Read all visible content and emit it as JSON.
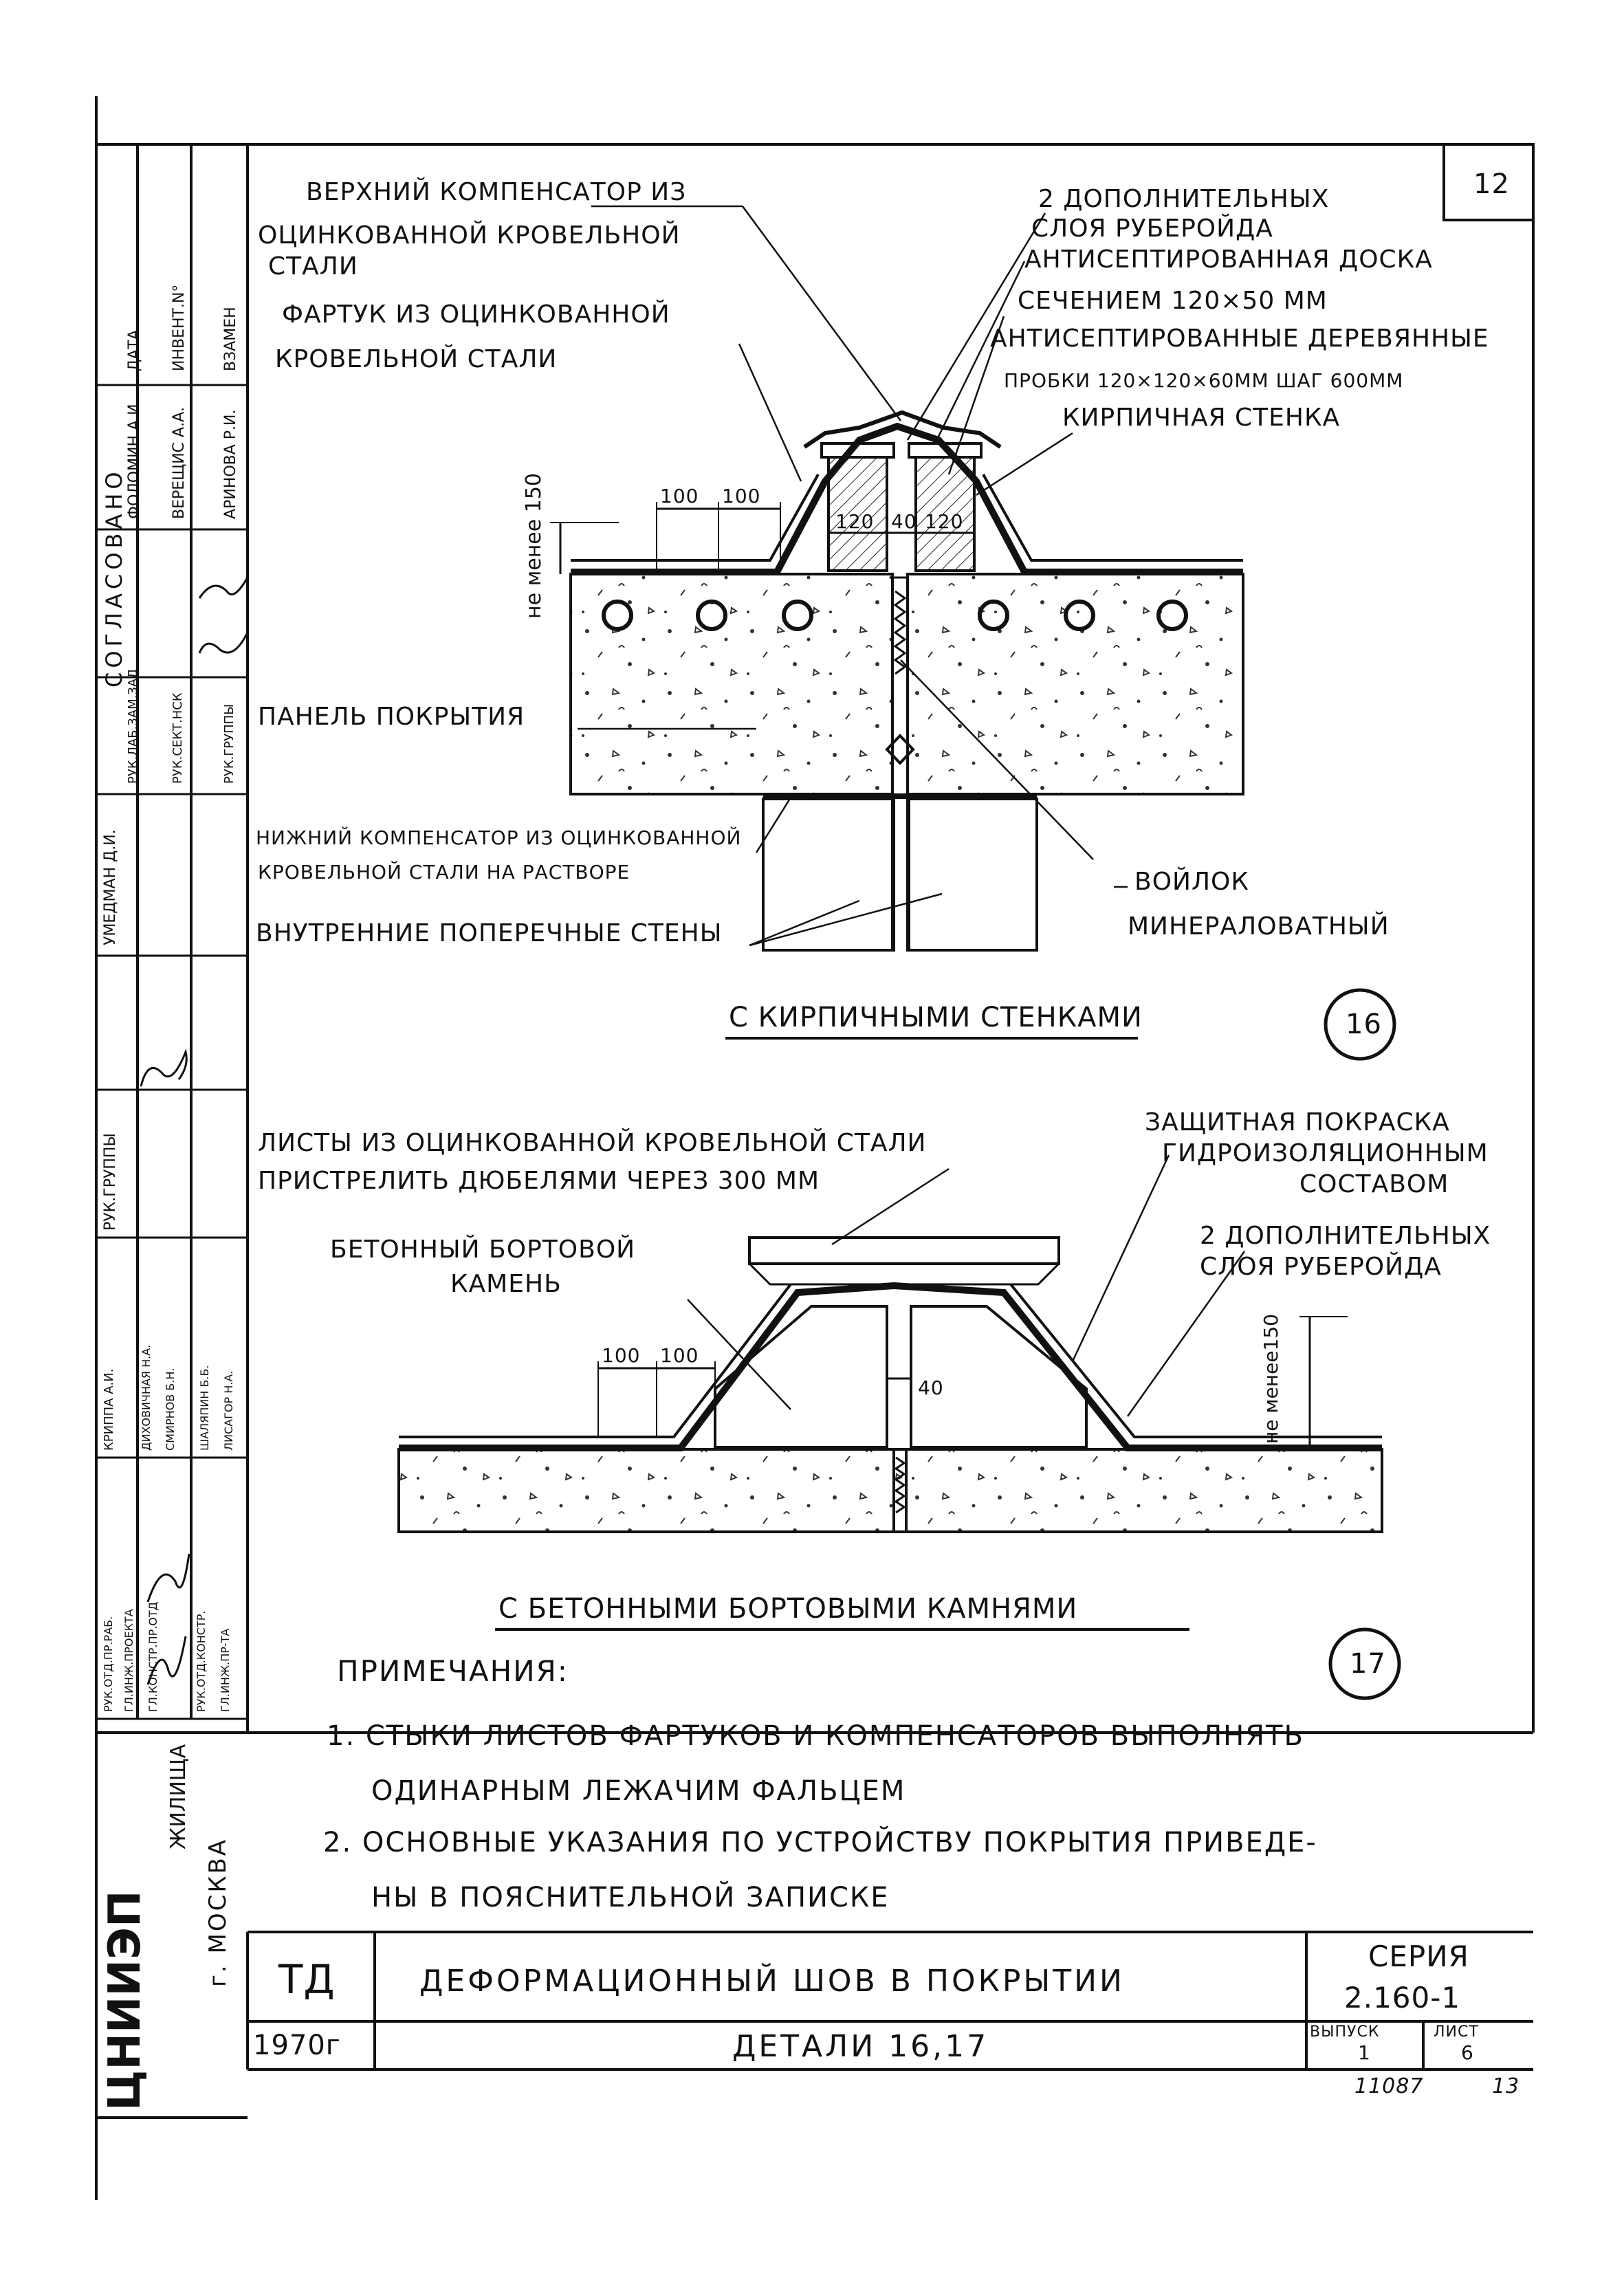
{
  "sheet_number": "12",
  "detail16": {
    "labels": {
      "top_comp_1": "ВЕРХНИЙ КОМПЕНСАТОР ИЗ",
      "top_comp_2": "ОЦИНКОВАННОЙ КРОВЕЛЬНОЙ",
      "top_comp_3": "СТАЛИ",
      "apron_1": "ФАРТУК ИЗ ОЦИНКОВАННОЙ",
      "apron_2": "КРОВЕЛЬНОЙ СТАЛИ",
      "rub_1": "2 ДОПОЛНИТЕЛЬНЫХ",
      "rub_2": "СЛОЯ РУБЕРОЙДА",
      "board_1": "АНТИСЕПТИРОВАННАЯ ДОСКА",
      "board_2": "СЕЧЕНИЕМ 120×50 ММ",
      "plugs_1": "АНТИСЕПТИРОВАННЫЕ ДЕРЕВЯННЫЕ",
      "plugs_2": "ПРОБКИ 120×120×60ММ ШАГ 600ММ",
      "brick": "КИРПИЧНАЯ СТЕНКА",
      "min150": "не менее 150",
      "dim100a": "100",
      "dim100b": "100",
      "dim120a": "120",
      "dim40": "40",
      "dim120b": "120",
      "panel": "ПАНЕЛЬ ПОКРЫТИЯ",
      "bottom_comp_1": "НИЖНИЙ КОМПЕНСАТОР ИЗ ОЦИНКОВАННОЙ",
      "bottom_comp_2": "КРОВЕЛЬНОЙ СТАЛИ НА РАСТВОРЕ",
      "inner_walls": "ВНУТРЕННИЕ ПОПЕРЕЧНЫЕ СТЕНЫ",
      "felt_1": "ВОЙЛОК",
      "felt_2": "МИНЕРАЛОВАТНЫЙ"
    },
    "caption": "С КИРПИЧНЫМИ СТЕНКАМИ",
    "number": "16"
  },
  "detail17": {
    "labels": {
      "sheets_1": "ЛИСТЫ ИЗ ОЦИНКОВАННОЙ КРОВЕЛЬНОЙ СТАЛИ",
      "sheets_2": "ПРИСТРЕЛИТЬ ДЮБЕЛЯМИ ЧЕРЕЗ 300 ММ",
      "stone_1": "БЕТОННЫЙ БОРТОВОЙ",
      "stone_2": "КАМЕНЬ",
      "paint_1": "ЗАЩИТНАЯ ПОКРАСКА",
      "paint_2": "ГИДРОИЗОЛЯЦИОННЫМ",
      "paint_3": "СОСТАВОМ",
      "rub_1": "2 ДОПОЛНИТЕЛЬНЫХ",
      "rub_2": "СЛОЯ РУБЕРОЙДА",
      "dim100a": "100",
      "dim100b": "100",
      "dim40": "40",
      "min150": "не менее150"
    },
    "caption": "С БЕТОННЫМИ БОРТОВЫМИ КАМНЯМИ",
    "number": "17"
  },
  "notes": {
    "heading": "ПРИМЕЧАНИЯ:",
    "n1_l1": "1. СТЫКИ ЛИСТОВ ФАРТУКОВ И КОМПЕНСАТОРОВ ВЫПОЛНЯТЬ",
    "n1_l2": "ОДИНАРНЫМ ЛЕЖАЧИМ ФАЛЬЦЕМ",
    "n2_l1": "2. ОСНОВНЫЕ УКАЗАНИЯ ПО УСТРОЙСТВУ ПОКРЫТИЯ ПРИВЕДЕ-",
    "n2_l2": "НЫ В ПОЯСНИТЕЛЬНОЙ ЗАПИСКЕ"
  },
  "title_block": {
    "td": "ТД",
    "title": "ДЕФОРМАЦИОННЫЙ ШОВ В ПОКРЫТИИ",
    "series_label": "СЕРИЯ",
    "series": "2.160-1",
    "year": "1970г",
    "details": "ДЕТАЛИ 16,17",
    "issue_label": "ВЫПУСК",
    "issue": "1",
    "sheet_label": "ЛИСТ",
    "sheet": "6",
    "archive": "11087",
    "archive_page": "13"
  },
  "side_stamp": {
    "date": "ДАТА",
    "inv": "ИНВЕНТ.N°",
    "replace": "ВЗАМЕН",
    "agreed": "СОГЛАСОВАНО",
    "fomin": "ФОЛОМИН А.И.",
    "vereshch": "ВЕРЕЩИС А.А.",
    "arinova": "АРИНОВА Р.И.",
    "r1": "РУК.ЛАБ.ЗАМ.ЗАД",
    "r2": "РУК.СЕКТ.НСК",
    "r3": "РУК.ГРУППЫ",
    "umedman": "УМЕДМАН Д.И.",
    "ruk_gr": "РУК.ГРУППЫ",
    "krippa": "КРИППА А.И.",
    "dikhovichnaya": "ДИХОВИЧНАЯ Н.А.",
    "smirnov": "СМИРНОВ Б.Н.",
    "shalyapin": "ШАЛЯПИН Б.Б.",
    "lisagor": "ЛИСАГОР Н.А.",
    "p1": "РУК.ОТД.ПР.РАБ.",
    "p2": "ГЛ.ИНЖ.ПРОЕКТА",
    "p3": "ГЛ.КОНСТР.ПР.ОТД",
    "p4": "РУК.ОТД.КОНСТР.",
    "p5": "ГЛ.ИНЖ.ПР-ТА",
    "org": "ЦНИИЭП",
    "org2": "ЖИЛИЩА",
    "city": "г. МОСКВА"
  }
}
